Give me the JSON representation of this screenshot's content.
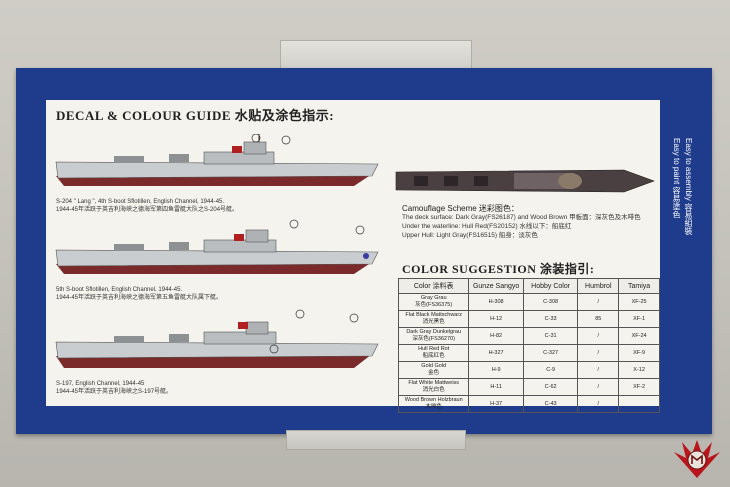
{
  "guide": {
    "title": "DECAL & COLOUR GUIDE  水贴及涂色指示:",
    "ships": [
      {
        "caption_en": "S-204 \" Lang \", 4th S-boot Sflotillen, English Channel, 1944-45.",
        "caption_cn": "1944-45年活跃于英吉利海峡之德海军第四鱼雷艇大队之S-204号艇。",
        "callouts": [
          "⑨",
          "⑥"
        ]
      },
      {
        "caption_en": "5th S-boot Sflotillen, English Channel, 1944-45.",
        "caption_cn": "1944-45年活跃于英吉利海峡之德海军第五鱼雷艇大队属下艇。",
        "callouts": [
          "①",
          "②"
        ]
      },
      {
        "caption_en": "S-197, English Channel, 1944-45",
        "caption_cn": "1944-45年活跃于英吉利海峡之S-197号艇。",
        "callouts": [
          "③",
          "⑧"
        ]
      }
    ]
  },
  "camouflage": {
    "heading": "Camouflage Scheme  迷彩图色：",
    "lines": [
      "The deck surface: Dark Gray(FS26187) and Wood Brown  甲板面：深灰色及木啡色",
      "Under the waterline: Hull Red(FS20152)  水线以下：船底红",
      "Upper Hull: Light Gray(FS16515)  船身：淡灰色"
    ]
  },
  "suggestion": {
    "title": "COLOR SUGGESTION  涂装指引:",
    "headers": [
      "Color  涂料表",
      "Gunze Sangyo",
      "Hobby Color",
      "Humbrol",
      "Tamiya"
    ],
    "rows": [
      {
        "name": "Gray  Grau",
        "cn": "灰色(FS36375)",
        "gunze": "H-308",
        "hobby": "C-308",
        "humbrol": "/",
        "tamiya": "XF-25"
      },
      {
        "name": "Flat Black  Mattschwarz",
        "cn": "消光黑色",
        "gunze": "H-12",
        "hobby": "C-33",
        "humbrol": "85",
        "tamiya": "XF-1"
      },
      {
        "name": "Dark Gray  Dunkelgrau",
        "cn": "深灰色(FS36270)",
        "gunze": "H-82",
        "hobby": "C-31",
        "humbrol": "/",
        "tamiya": "XF-24"
      },
      {
        "name": "Hull Red  Rot",
        "cn": "船底红色",
        "gunze": "H-327",
        "hobby": "C-327",
        "humbrol": "/",
        "tamiya": "XF-9"
      },
      {
        "name": "Gold  Gold",
        "cn": "金色",
        "gunze": "H-9",
        "hobby": "C-9",
        "humbrol": "/",
        "tamiya": "X-12"
      },
      {
        "name": "Flat White  Mattweiss",
        "cn": "消光白色",
        "gunze": "H-11",
        "hobby": "C-62",
        "humbrol": "/",
        "tamiya": "XF-2"
      },
      {
        "name": "Wood Brown  Holzbraun",
        "cn": "木啡色",
        "gunze": "H-37",
        "hobby": "C-43",
        "humbrol": "/",
        "tamiya": ""
      }
    ]
  },
  "sidebar": {
    "lines": [
      "Easy to assembly  容易組裝",
      "Easy to paint  容易塗色"
    ]
  },
  "colors": {
    "box_blue": "#1e3b8c",
    "hull_gray": "#c9cdd0",
    "hull_red": "#7a2a2a",
    "deck_dark": "#4a4042"
  }
}
